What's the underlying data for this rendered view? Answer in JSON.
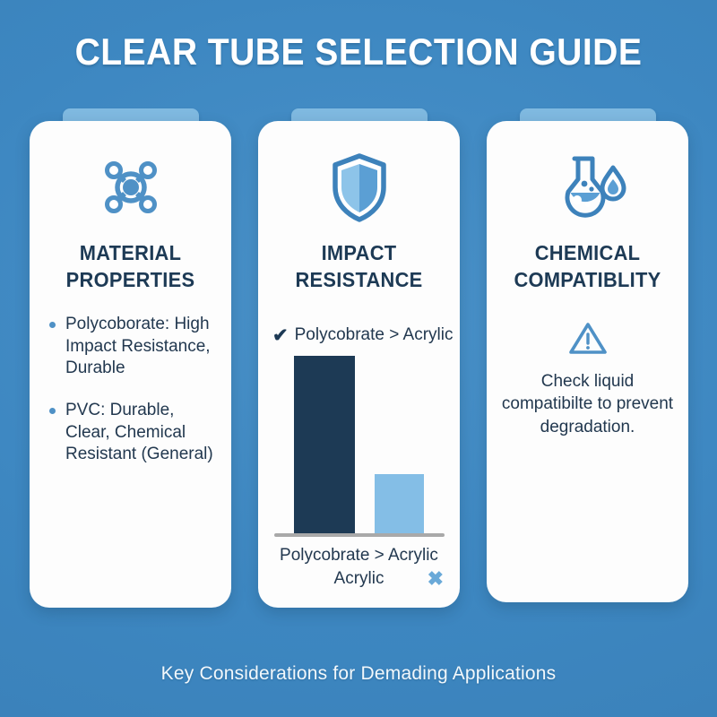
{
  "title": "CLEAR TUBE SELECTION GUIDE",
  "footer": "Key Considerations for Demading Applications",
  "colors": {
    "background": "#3d87c1",
    "card": "#fdfdfd",
    "tab": "#7fb9e0",
    "accent_dark": "#1d3a55",
    "accent_light": "#84bee6",
    "icon_blue": "#4f91c6",
    "text_dark": "#22384f",
    "baseline_gray": "#a9a9a9"
  },
  "cards": [
    {
      "icon": "molecule-icon",
      "title_line1": "MATERIAL",
      "title_line2": "PROPERTIES",
      "bullets": [
        "Polycoborate: High Impact Resistance, Durable",
        "PVC: Durable, Clear, Chemical Resistant (General)"
      ]
    },
    {
      "icon": "shield-icon",
      "title_line1": "IMPACT",
      "title_line2": "RESISTANCE",
      "check_label": "Polycobrate > Acrylic",
      "check_icon": "check-icon",
      "legend_line1": "Polycobrate > Acrylic",
      "legend_line2": "Acrylic",
      "x_icon": "x-icon"
    },
    {
      "icon": "flask-droplet-icon",
      "title_line1": "CHEMICAL",
      "title_line2": "COMPATIBLITY",
      "warning_icon": "warning-triangle-icon",
      "note": "Check liquid compatibilte to prevent degradation."
    }
  ],
  "chart_data": {
    "type": "bar",
    "title": "Impact Resistance",
    "categories": [
      "Polycobrate",
      "Acrylic"
    ],
    "values": [
      100,
      33
    ],
    "xlabel": "",
    "ylabel": "",
    "ylim": [
      0,
      100
    ],
    "grid": false,
    "legend": [
      "Polycobrate > Acrylic",
      "Acrylic"
    ],
    "colors": [
      "#1d3a55",
      "#84bee6"
    ],
    "annotations": [
      "Polycobrate > Acrylic"
    ]
  }
}
